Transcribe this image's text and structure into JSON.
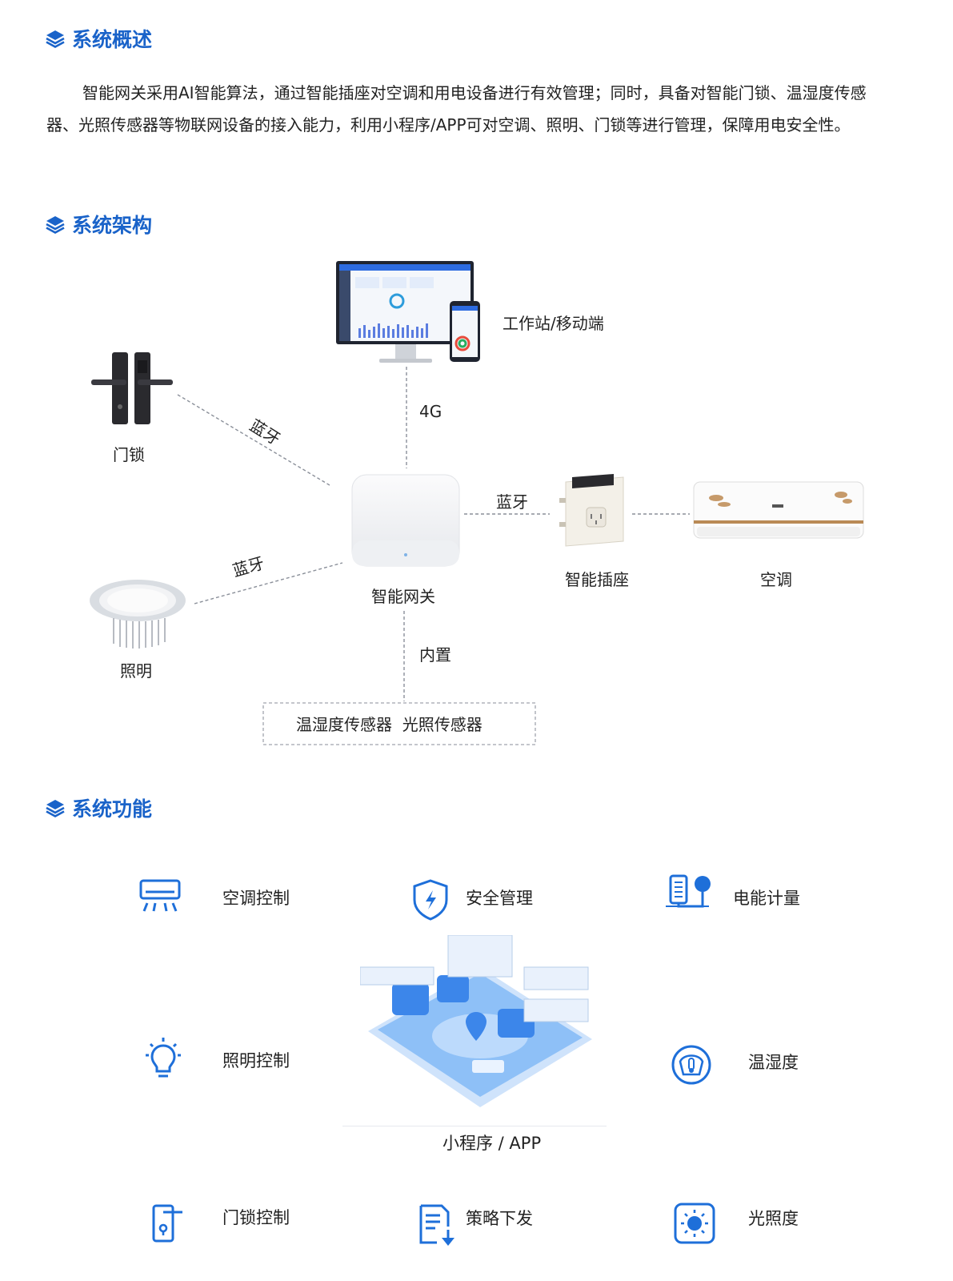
{
  "overview": {
    "title": "系统概述",
    "body": "智能网关采用AI智能算法，通过智能插座对空调和用电设备进行有效管理；同时，具备对智能门锁、温湿度传感器、光照传感器等物联网设备的接入能力，利用小程序/APP可对空调、照明、门锁等进行管理，保障用电安全性。"
  },
  "architecture": {
    "title": "系统架构",
    "nodes": {
      "workstation": "工作站/移动端",
      "lock": "门锁",
      "lighting": "照明",
      "gateway": "智能网关",
      "socket": "智能插座",
      "ac": "空调",
      "sensors": "温湿度传感器  光照传感器"
    },
    "links": {
      "to_workstation": "4G",
      "to_lock": "蓝牙",
      "to_lighting": "蓝牙",
      "to_socket": "蓝牙",
      "to_sensors": "内置"
    }
  },
  "functions": {
    "title": "系统功能",
    "items": [
      {
        "label": "空调控制",
        "icon": "air-conditioner-icon"
      },
      {
        "label": "安全管理",
        "icon": "shield-lightning-icon"
      },
      {
        "label": "电能计量",
        "icon": "energy-meter-icon"
      },
      {
        "label": "照明控制",
        "icon": "light-bulb-icon"
      },
      {
        "label": "温湿度",
        "icon": "thermometer-icon"
      },
      {
        "label": "门锁控制",
        "icon": "door-lock-icon"
      },
      {
        "label": "策略下发",
        "icon": "document-download-icon"
      },
      {
        "label": "光照度",
        "icon": "sun-icon"
      }
    ],
    "center_caption": "小程序 / APP"
  },
  "colors": {
    "heading": "#1a63c9",
    "icon_blue": "#1e6fd9",
    "line_gray": "#8a8f99"
  }
}
